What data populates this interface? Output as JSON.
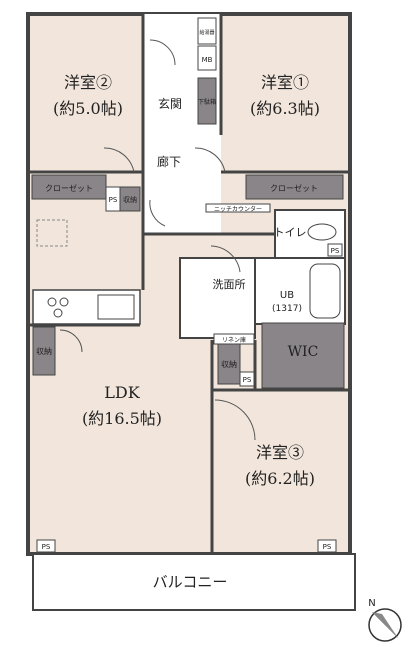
{
  "floorplan": {
    "rooms": {
      "western2": {
        "name": "洋室②",
        "size": "(約5.0帖)"
      },
      "western1": {
        "name": "洋室①",
        "size": "(約6.3帖)"
      },
      "western3": {
        "name": "洋室③",
        "size": "(約6.2帖)"
      },
      "ldk": {
        "name": "LDK",
        "size": "(約16.5帖)"
      },
      "entrance": {
        "name": "玄関"
      },
      "hallway": {
        "name": "廊下"
      },
      "washroom": {
        "name": "洗面所"
      },
      "toilet": {
        "name": "トイレ"
      },
      "wic": {
        "name": "WIC"
      },
      "ub": {
        "name": "UB",
        "size": "(1317)"
      },
      "balcony": {
        "name": "バルコニー"
      }
    },
    "storage": {
      "closet_left": "クローゼット",
      "closet_right": "クローゼット",
      "shuno_a": "収納",
      "shuno_b": "収納",
      "shuno_c": "収納",
      "geta": "下駄箱",
      "linen": "リネン庫",
      "niche": "ニッチカウンター",
      "kyutoki": "給湯器",
      "mb": "MB"
    },
    "ps_label": "PS",
    "compass_label": "N",
    "colors": {
      "room_fill": "#f2e6dc",
      "wall": "#444444",
      "storage_fill": "#8a8589",
      "wic_fill": "#8a8589",
      "line": "#555555"
    }
  }
}
